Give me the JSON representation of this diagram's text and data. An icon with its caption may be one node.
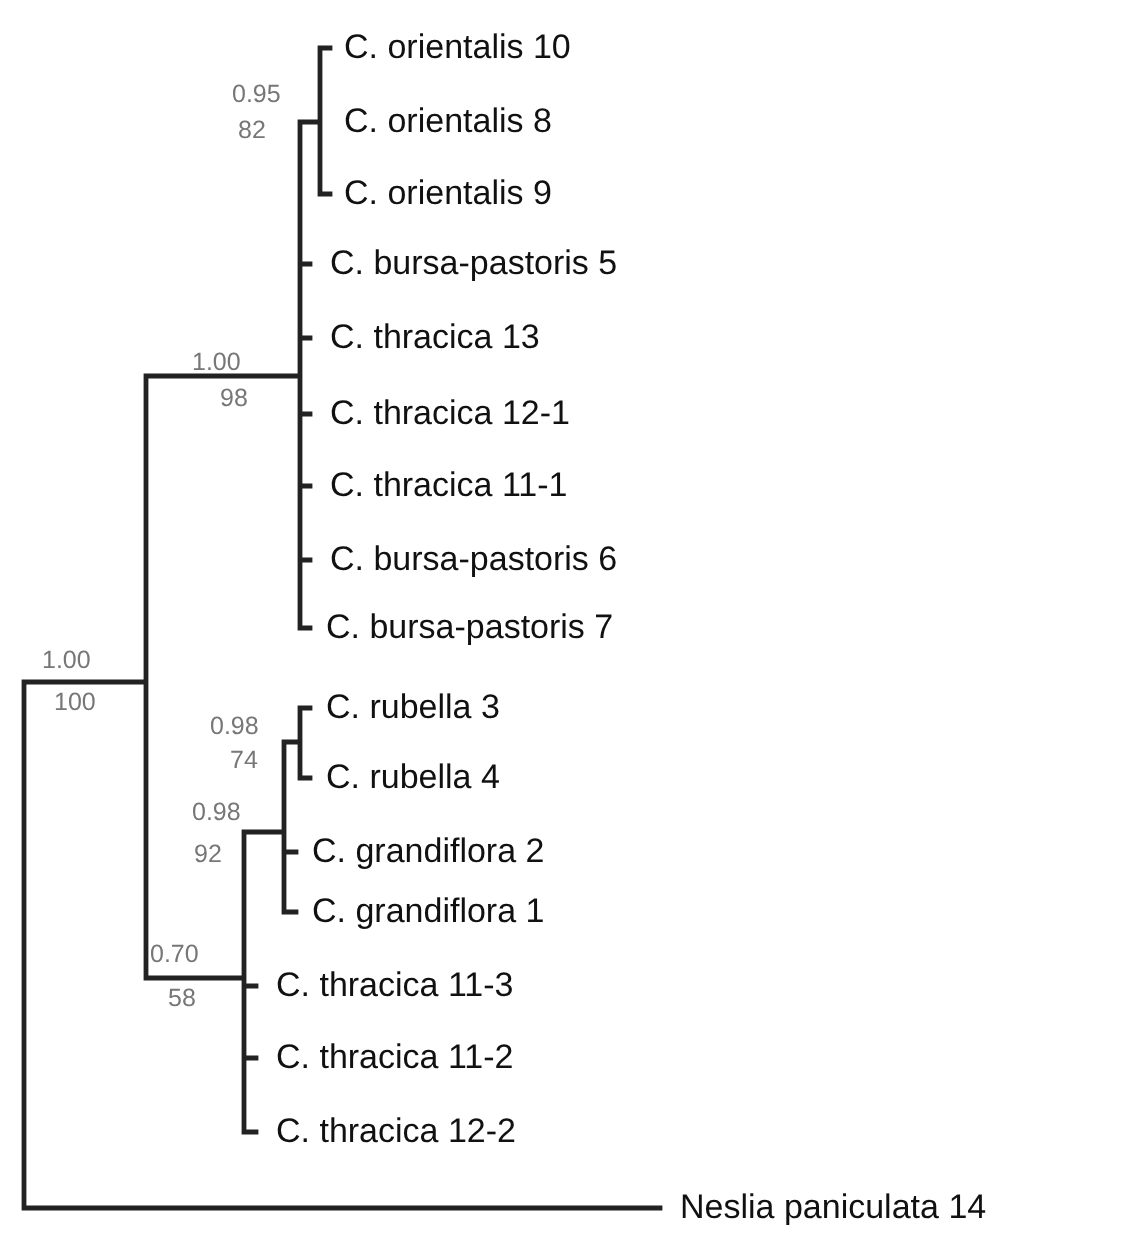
{
  "diagram": {
    "labels": [
      "C. orientalis 10",
      "0.95",
      "C. orientalis 8",
      "82",
      "C. orientalis 9",
      "C. bursa-pastoris 5",
      "C. thracica 13",
      "1.00",
      "98",
      "C. thracica 12-1",
      "C. thracica 11-1",
      "C. bursa-pastoris 6",
      "C. bursa-pastoris 7",
      "1.00",
      "C. rubella 3",
      "100",
      "0.98",
      "C. rubella 4",
      "74",
      "0.98",
      "C. grandiflora 2",
      "92",
      "C. grandiflora 1",
      "0.70",
      "C. thracica 11-3",
      "58",
      "C. thracica 11-2",
      "C. thracica 12-2",
      "Neslia paniculata 14"
    ]
  }
}
